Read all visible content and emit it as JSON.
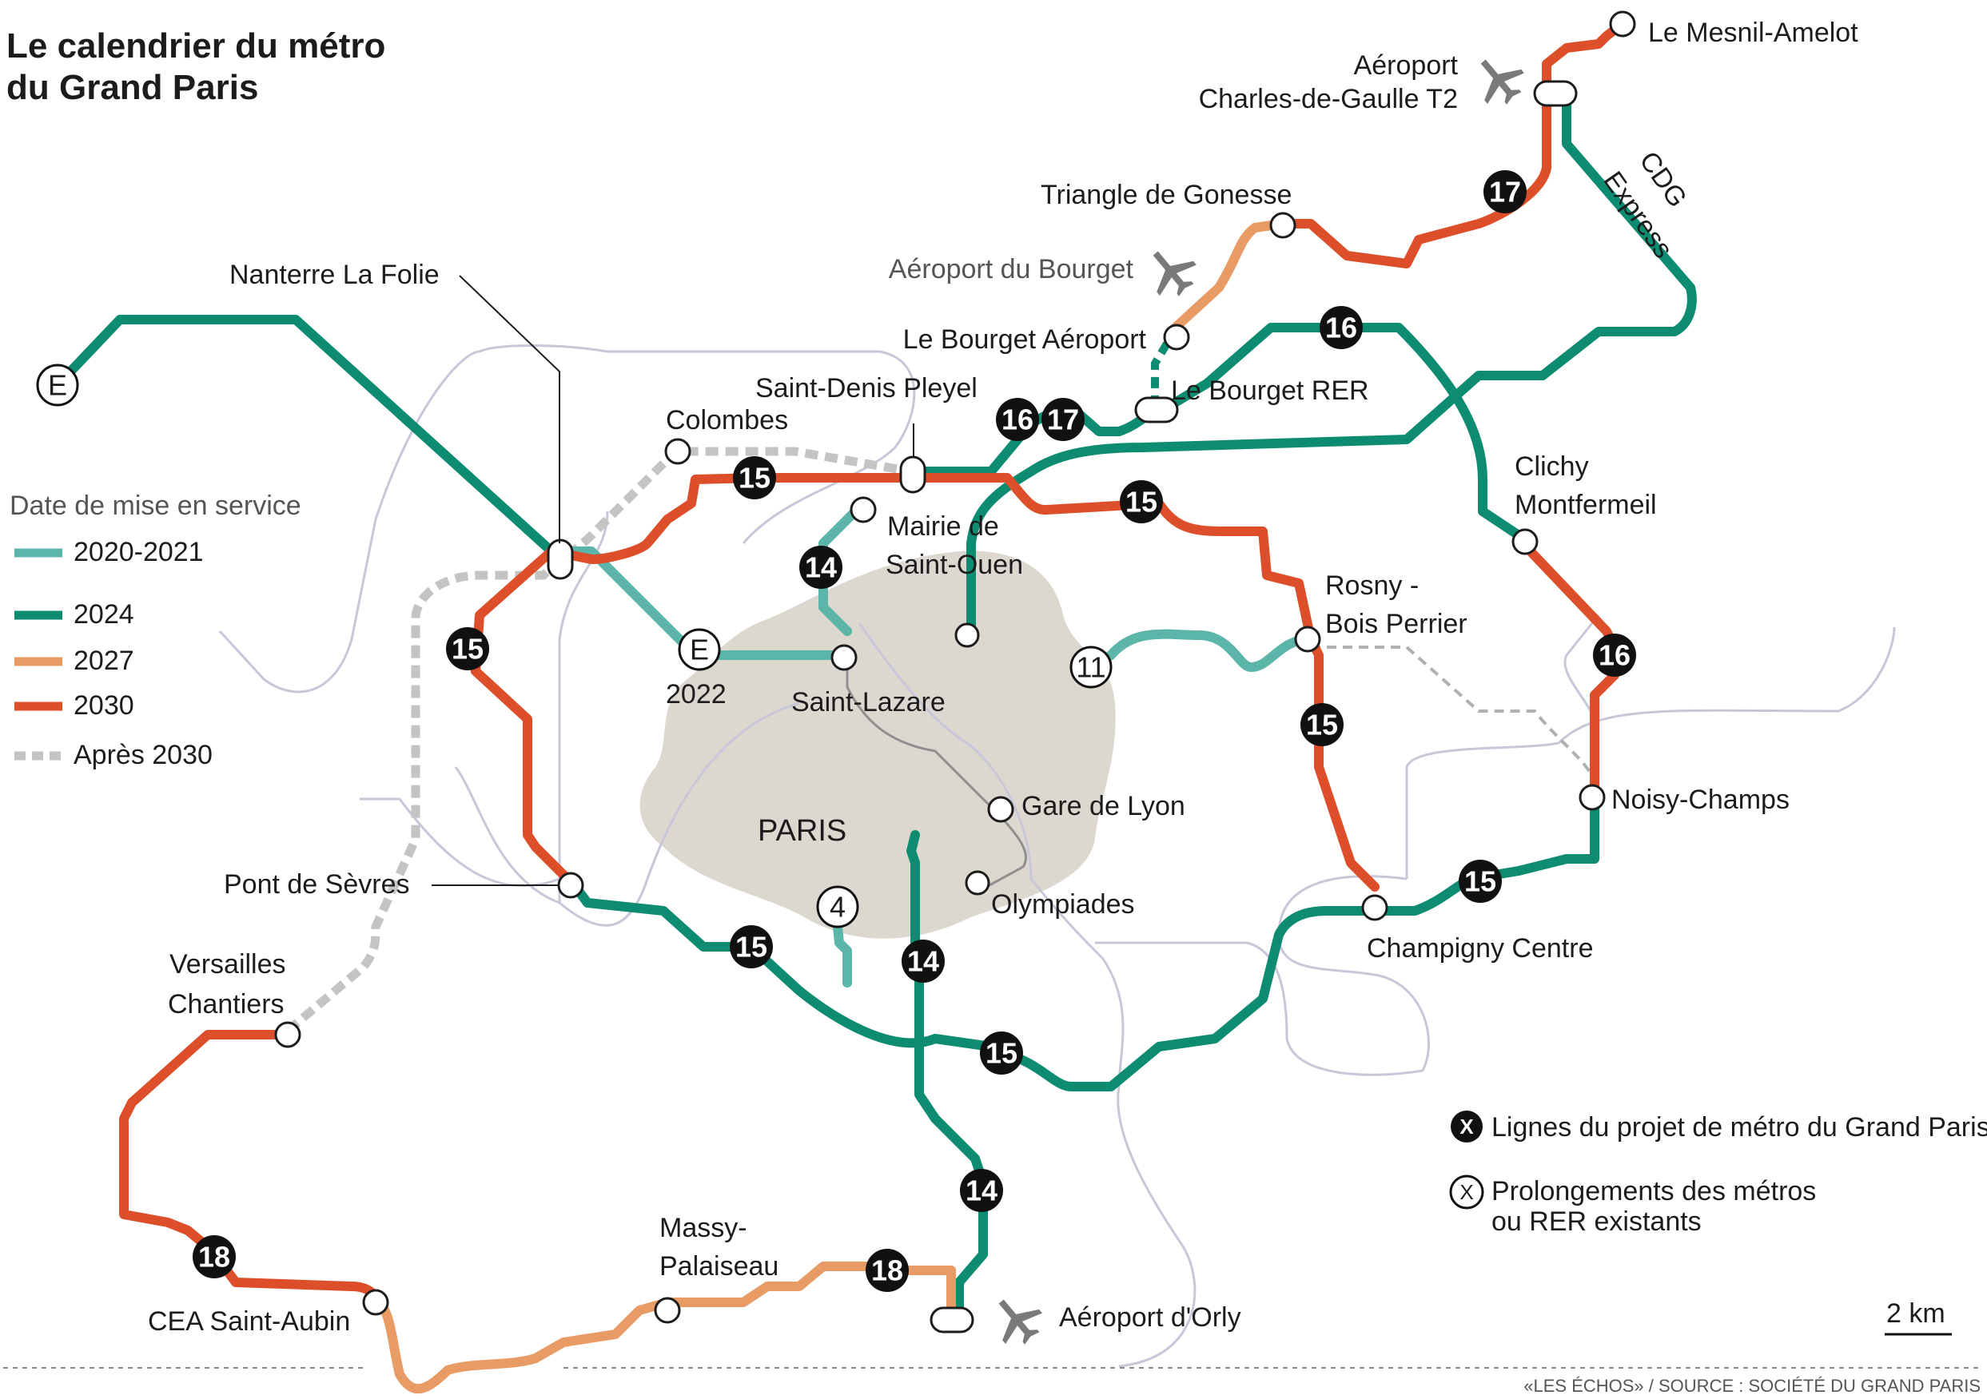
{
  "title": {
    "line1": "Le calendrier du métro",
    "line2": "du Grand Paris"
  },
  "legend": {
    "heading": "Date de mise en service",
    "items": [
      {
        "label": "2020-2021",
        "color": "#5bb5a8",
        "style": "solid"
      },
      {
        "label": "2024",
        "color": "#0e8c72",
        "style": "solid"
      },
      {
        "label": "2027",
        "color": "#e89b64",
        "style": "solid"
      },
      {
        "label": "2030",
        "color": "#dd4f2a",
        "style": "solid"
      },
      {
        "label": "Après 2030",
        "color": "#c4c4c4",
        "style": "dashed"
      }
    ]
  },
  "markers_legend": {
    "gpe": {
      "symbol": "X",
      "label": "Lignes du projet de métro du Grand Paris"
    },
    "ext": {
      "symbol": "X",
      "label1": "Prolongements des métros",
      "label2": "ou RER existants"
    }
  },
  "area_label": "PARIS",
  "line_numbers": {
    "e": "E",
    "l4": "4",
    "l11": "11",
    "l14": "14",
    "l15": "15",
    "l16": "16",
    "l17": "17",
    "l18": "18"
  },
  "e_extension_year": "2022",
  "stations": {
    "mesnil": "Le Mesnil-Amelot",
    "cdg1": "Aéroport",
    "cdg2": "Charles-de-Gaulle T2",
    "cdg_express_1": "CDG",
    "cdg_express_2": "Express",
    "gonesse": "Triangle de Gonesse",
    "bourget_airport": "Aéroport du Bourget",
    "bourget_aeroport": "Le Bourget Aéroport",
    "bourget_rer": "Le Bourget RER",
    "nanterre": "Nanterre La Folie",
    "saint_denis": "Saint-Denis Pleyel",
    "colombes": "Colombes",
    "mairie1": "Mairie de",
    "mairie2": "Saint-Ouen",
    "clichy1": "Clichy",
    "clichy2": "Montfermeil",
    "rosny1": "Rosny -",
    "rosny2": "Bois Perrier",
    "saint_lazare": "Saint-Lazare",
    "gare_lyon": "Gare de Lyon",
    "olympiades": "Olympiades",
    "noisy": "Noisy-Champs",
    "champigny": "Champigny Centre",
    "pont_sevres": "Pont de Sèvres",
    "versailles1": "Versailles",
    "versailles2": "Chantiers",
    "cea": "CEA Saint-Aubin",
    "massy1": "Massy-",
    "massy2": "Palaiseau",
    "orly": "Aéroport d'Orly"
  },
  "scale_label": "2 km",
  "source": "«LES ÉCHOS» / SOURCE : SOCIÉTÉ DU GRAND PARIS",
  "colors": {
    "y2020": "#5bb5a8",
    "y2024": "#0e8c72",
    "y2027": "#e89b64",
    "y2030": "#dd4f2a",
    "after2030": "#c4c4c4",
    "paris": "#dcd8cf",
    "river": "#c7c7d9",
    "plane": "#7a7a7a"
  },
  "icons": [
    "plane-icon"
  ]
}
